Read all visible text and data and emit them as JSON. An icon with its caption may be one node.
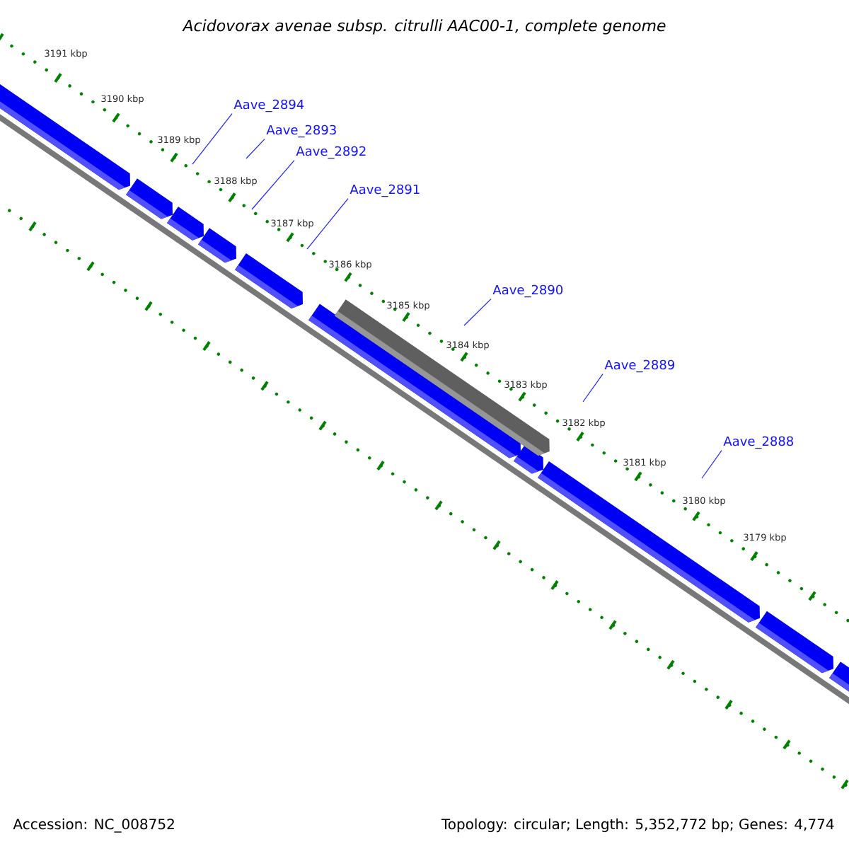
{
  "diagram": {
    "title": "Acidovorax avenae subsp. citrulli AAC00-1, complete genome",
    "nodes": [
      {
        "text": [
          "Aave_2894"
        ]
      },
      {
        "text": [
          "Aave_2893"
        ]
      },
      {
        "text": [
          "Aave_2892"
        ]
      },
      {
        "text": [
          "Aave_2891"
        ]
      },
      {
        "text": [
          "Aave_2890"
        ]
      },
      {
        "text": [
          "Aave_2889"
        ]
      },
      {
        "text": [
          "Aave_2888"
        ]
      }
    ],
    "edges": [
      {
        "from": 0,
        "to": null,
        "arrow": "none"
      },
      {
        "from": 1,
        "to": null,
        "arrow": "none"
      },
      {
        "from": 2,
        "to": null,
        "arrow": "none"
      },
      {
        "from": 3,
        "to": null,
        "arrow": "none"
      },
      {
        "from": 4,
        "to": null,
        "arrow": "none"
      },
      {
        "from": 5,
        "to": null,
        "arrow": "none"
      },
      {
        "from": 6,
        "to": null,
        "arrow": "none"
      }
    ],
    "labels": [
      "3191 kbp",
      "3190 kbp",
      "3189 kbp",
      "3188 kbp",
      "3187 kbp",
      "3186 kbp",
      "3185 kbp",
      "3184 kbp",
      "3183 kbp",
      "3182 kbp",
      "3181 kbp",
      "3180 kbp",
      "3179 kbp",
      "Accession: NC_008752",
      "Topology: circular; Length: 5,352,772 bp; Genes: 4,774"
    ]
  }
}
